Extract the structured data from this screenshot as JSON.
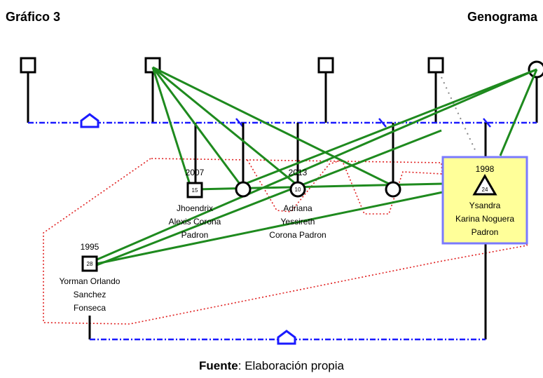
{
  "header": {
    "left_title": "Gráfico 3",
    "right_title": "Genograma"
  },
  "footer": {
    "source_label": "Fuente",
    "source_text": ": Elaboración propia"
  },
  "people": {
    "jhoendrix": {
      "year": "2007",
      "age": "15",
      "name_lines": [
        "Jhoendrix",
        "Alexis Corona",
        "Padron"
      ]
    },
    "adriana": {
      "year": "2013",
      "age": "10",
      "name_lines": [
        "Adriana",
        "Yessireth",
        "Corona Padron"
      ]
    },
    "yorman": {
      "year": "1995",
      "age": "28",
      "name_lines": [
        "Yorman Orlando",
        "Sanchez",
        "Fonseca"
      ]
    },
    "ysandra": {
      "year": "1998",
      "age": "24",
      "name_lines": [
        "Ysandra",
        "Karina Noguera",
        "Padron"
      ]
    }
  },
  "colors": {
    "relation_green": "#1e8a1e",
    "marriage_blue": "#1a1aff",
    "household_red": "#e02020",
    "index_fill": "#ffff99",
    "index_border": "#7a7aff",
    "lines": "#000000"
  },
  "icons": [
    "house-icon",
    "male-square-icon",
    "female-circle-icon",
    "index-triangle-icon"
  ]
}
